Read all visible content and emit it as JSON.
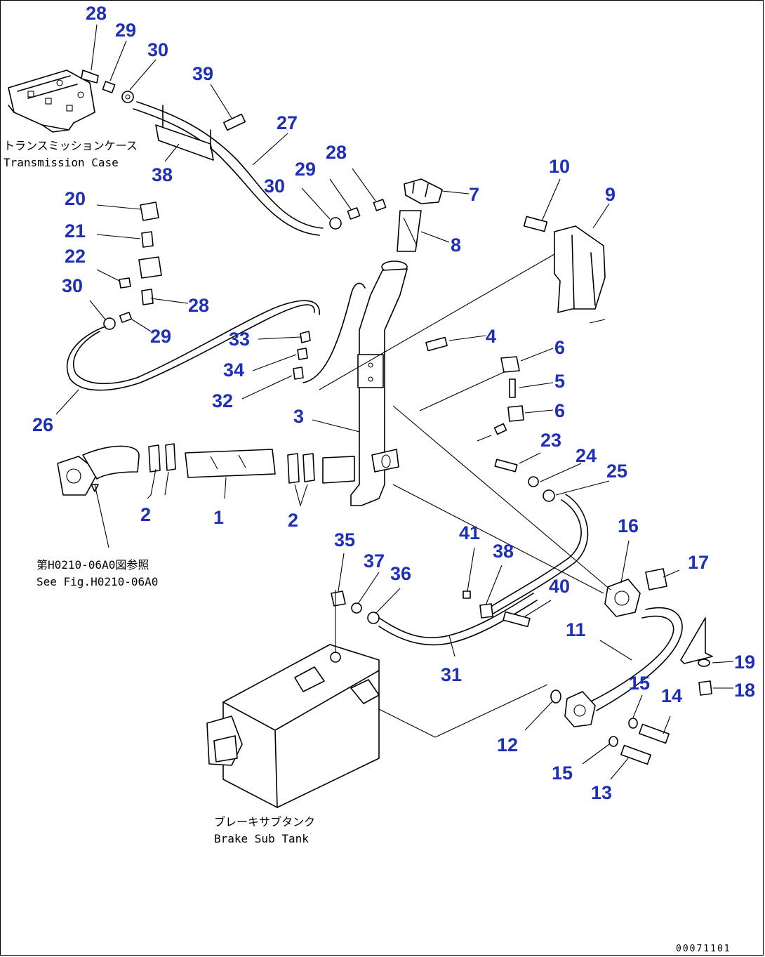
{
  "captions": {
    "transmission_jp": "トランスミッションケース",
    "transmission_en": "Transmission Case",
    "see_fig_jp": "第H0210-06A0図参照",
    "see_fig_en": "See Fig.H0210-06A0",
    "brake_jp": "ブレーキサブタンク",
    "brake_en": "Brake Sub Tank"
  },
  "drawing_code": "00071101",
  "callouts": [
    "28",
    "29",
    "30",
    "39",
    "27",
    "38",
    "20",
    "21",
    "22",
    "30",
    "28",
    "29",
    "33",
    "34",
    "32",
    "26",
    "28",
    "29",
    "30",
    "7",
    "8",
    "10",
    "9",
    "4",
    "6",
    "5",
    "6",
    "3",
    "23",
    "24",
    "25",
    "2",
    "1",
    "2",
    "35",
    "37",
    "36",
    "41",
    "38",
    "40",
    "16",
    "17",
    "11",
    "31",
    "19",
    "18",
    "15",
    "14",
    "12",
    "15",
    "13"
  ],
  "colors": {
    "callout": "#1f2fb8",
    "line": "#000000"
  }
}
